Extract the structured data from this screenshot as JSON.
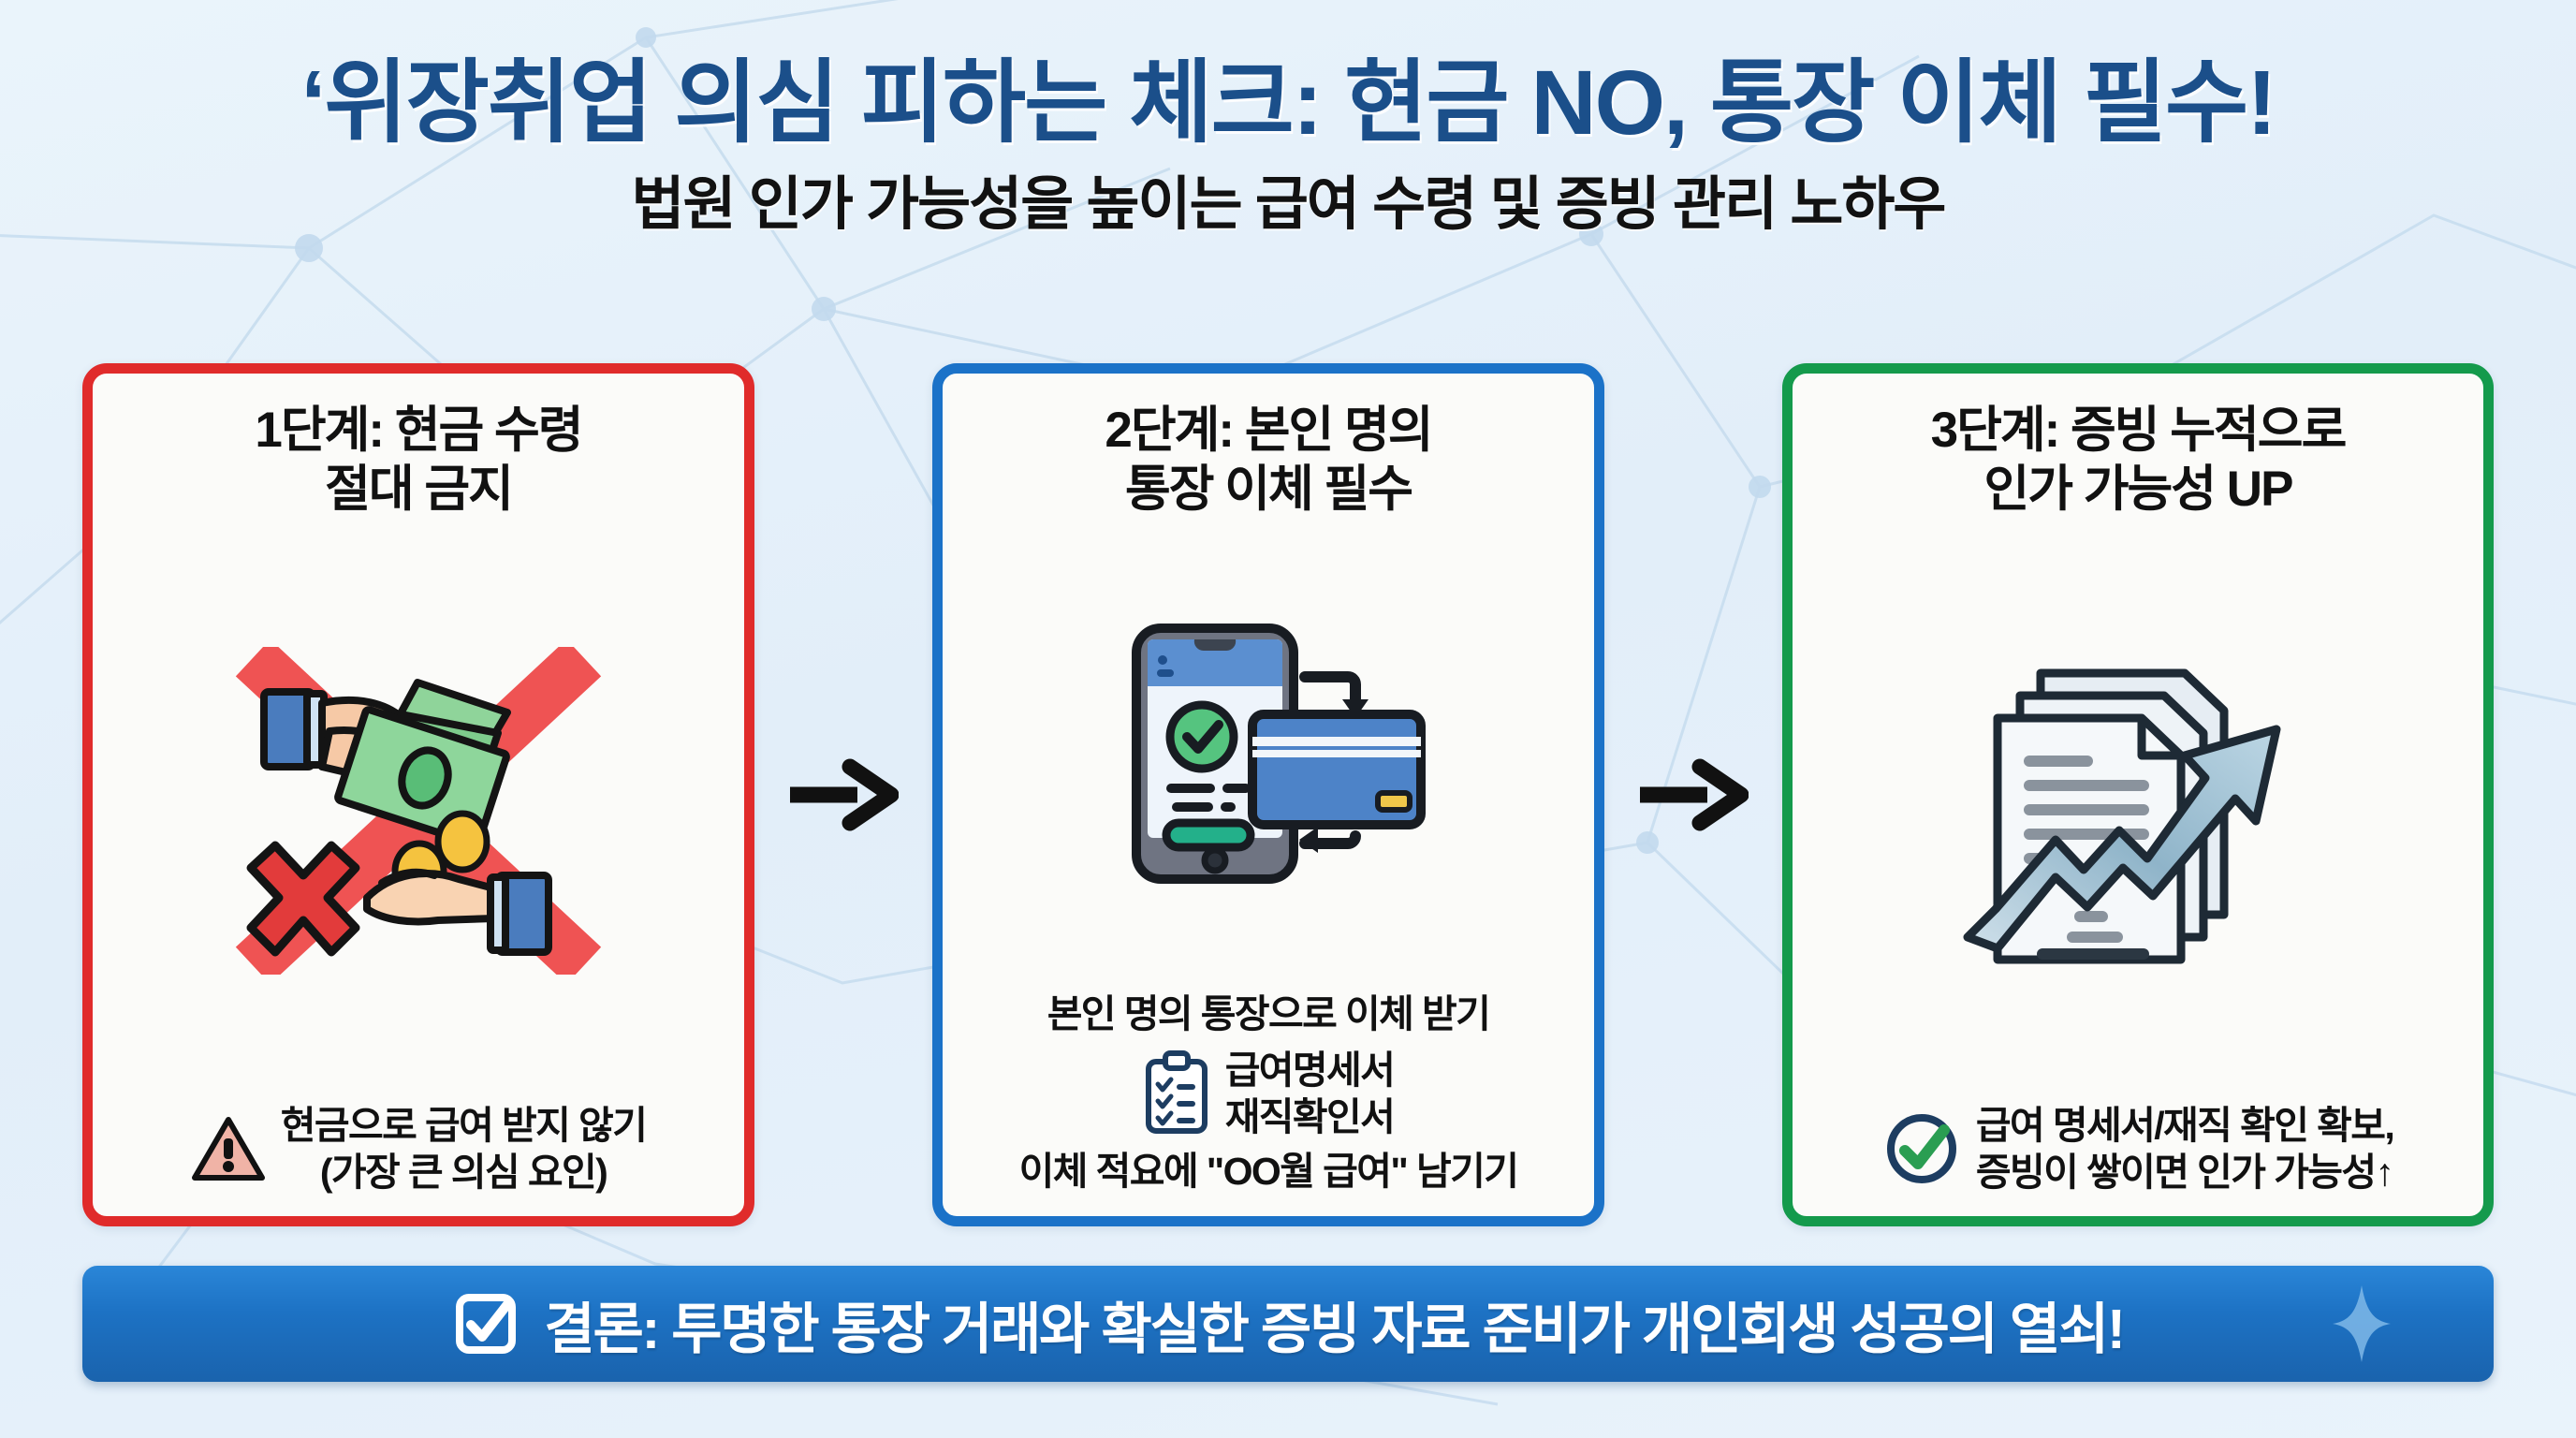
{
  "header": {
    "title": "‘위장취업 의심 피하는 체크: 현금 NO, 통장 이체 필수!",
    "subtitle": "법원 인가 가능성을 높이는 급여 수령 및 증빙 관리 노하우"
  },
  "colors": {
    "background": "#e8f2fa",
    "title": "#1b4f8a",
    "card1_border": "#e02b2b",
    "card2_border": "#1b72c8",
    "card3_border": "#149a4c",
    "footer": "#1d72c4",
    "arrow": "#111111"
  },
  "cards": [
    {
      "step": "1",
      "title": "1단계: 현금 수령\n절대 금지",
      "icon": "cash-handoff-prohibited-icon",
      "note_icon": "warning-triangle-icon",
      "note": "현금으로 급여 받지 않기\n(가장 큰 의심 요인)",
      "border_color": "#e02b2b"
    },
    {
      "step": "2",
      "title": "2단계: 본인 명의\n통장 이체 필수",
      "icon": "phone-card-transfer-icon",
      "line1": "본인 명의 통장으로 이체 받기",
      "doc_icon": "clipboard-checklist-icon",
      "doc_lines": "급여명세서\n재직확인서",
      "line2": "이체 적요에 \"OO월 급여\" 남기기",
      "border_color": "#1b72c8"
    },
    {
      "step": "3",
      "title": "3단계: 증빙 누적으로\n인가 가능성 UP",
      "icon": "documents-growth-arrow-icon",
      "note_icon": "green-check-circle-icon",
      "note": "급여 명세서/재직 확인 확보,\n증빙이 쌓이면 인가 가능성↑",
      "border_color": "#149a4c"
    }
  ],
  "arrows": {
    "arrow_1_2": "arrow-right-icon",
    "arrow_2_3": "arrow-right-icon"
  },
  "footer": {
    "icon": "checkbox-checked-icon",
    "text": "결론: 투명한 통장 거래와 확실한 증빙 자료 준비가 개인회생 성공의 열쇠!",
    "decoration": "sparkle-icon"
  }
}
